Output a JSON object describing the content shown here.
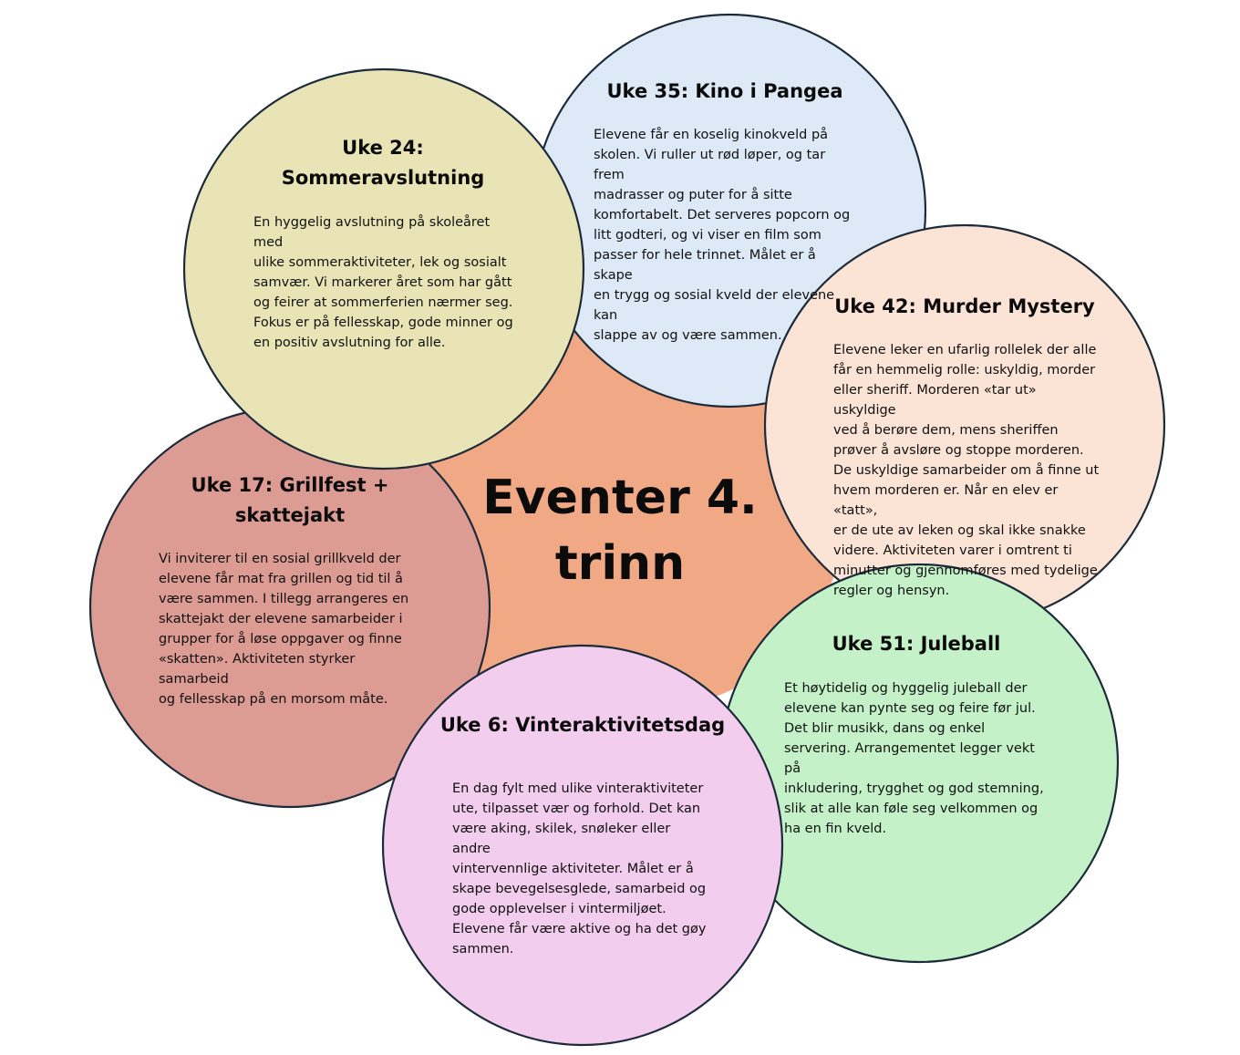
{
  "center": {
    "line1": "Eventer 4.",
    "line2": "trinn",
    "color": "#f1a985"
  },
  "outline_color": "#1c2b3a",
  "nodes": {
    "uke24": {
      "title_line1": "Uke 24:",
      "title_line2": "Sommeravslutning",
      "color": "#e8e4b6",
      "lines": [
        "En hyggelig avslutning på skoleåret med",
        "ulike sommeraktiviteter, lek og sosialt",
        "samvær. Vi markerer året som har gått",
        "og feirer at sommerferien nærmer seg.",
        "Fokus er på fellesskap, gode minner og",
        "en positiv avslutning for alle."
      ]
    },
    "uke35": {
      "title_line1": "Uke 35: Kino i Pangea",
      "color": "#dde9f6",
      "lines": [
        "Elevene får en koselig kinokveld på",
        "skolen. Vi ruller ut rød løper, og tar frem",
        "madrasser og puter for å sitte",
        "komfortabelt. Det serveres popcorn og",
        "litt godteri, og vi viser en film som",
        "passer for hele trinnet. Målet er å skape",
        "en trygg og sosial kveld der elevene kan",
        "slappe av og være sammen."
      ]
    },
    "uke42": {
      "title_line1": "Uke 42: Murder Mystery",
      "color": "#fbe3d6",
      "lines": [
        "Elevene leker en ufarlig rollelek der alle",
        "får en hemmelig rolle: uskyldig, morder",
        "eller sheriff. Morderen «tar ut» uskyldige",
        "ved å berøre dem, mens sheriffen",
        "prøver å avsløre og stoppe morderen.",
        "De uskyldige samarbeider om å finne ut",
        "hvem morderen er. Når en elev er «tatt»,",
        "er de ute av leken og skal ikke snakke",
        "videre. Aktiviteten varer i omtrent ti",
        "minutter og gjennomføres med tydelige",
        "regler og hensyn."
      ]
    },
    "uke17": {
      "title_line1": "Uke 17: Grillfest +",
      "title_line2": "skattejakt",
      "color": "#dc9b93",
      "lines": [
        "Vi inviterer til en sosial grillkveld der",
        "elevene får mat fra grillen og tid til å",
        "være sammen. I tillegg arrangeres en",
        "skattejakt der elevene samarbeider i",
        "grupper for å løse oppgaver og finne",
        "«skatten». Aktiviteten styrker samarbeid",
        "og fellesskap på en morsom måte."
      ]
    },
    "uke51": {
      "title_line1": "Uke 51: Juleball",
      "color": "#c4f1c8",
      "lines": [
        "Et høytidelig og hyggelig juleball der",
        "elevene kan pynte seg og feire før jul.",
        "Det blir musikk, dans og enkel",
        "servering. Arrangementet legger vekt på",
        "inkludering, trygghet og god stemning,",
        "slik at alle kan føle seg velkommen og",
        "ha en fin kveld."
      ]
    },
    "uke6": {
      "title_line1": "Uke 6: Vinteraktivitetsdag",
      "color": "#f2cdee",
      "lines": [
        "En dag fylt med ulike vinteraktiviteter",
        "ute, tilpasset vær og forhold. Det kan",
        "være aking, skilek, snøleker eller andre",
        "vintervennlige aktiviteter. Målet er å",
        "skape bevegelsesglede, samarbeid og",
        "gode opplevelser i vintermiljøet.",
        "Elevene får være aktive og ha det gøy",
        "sammen."
      ]
    }
  }
}
